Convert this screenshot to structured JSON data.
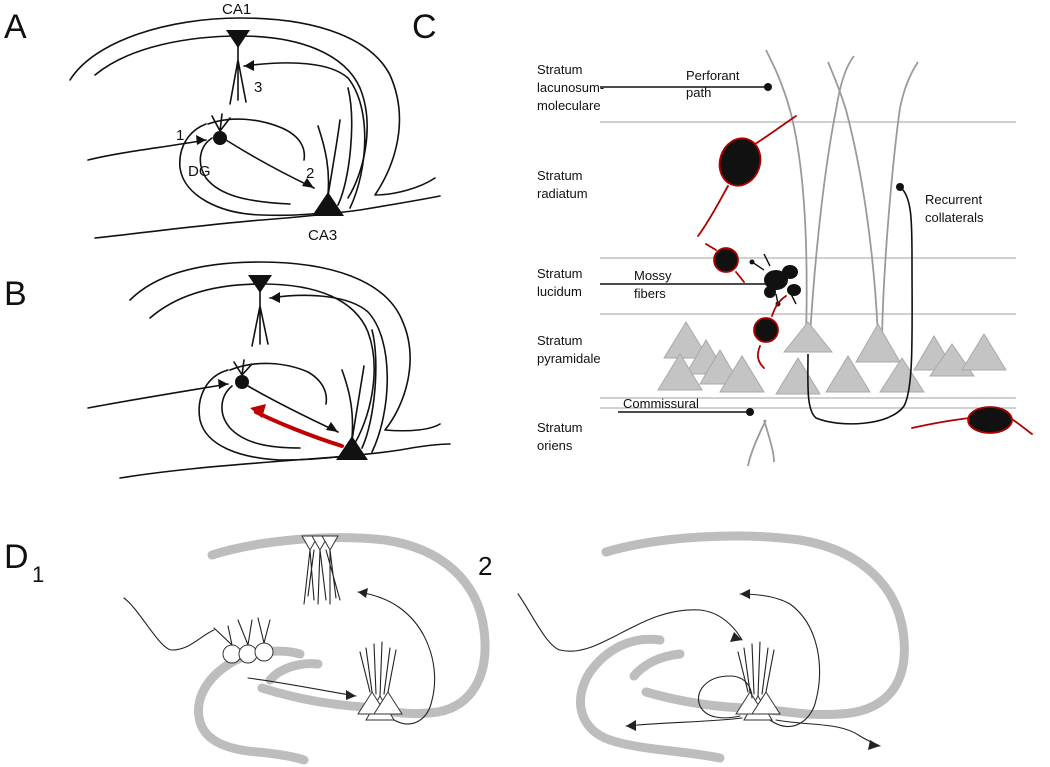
{
  "panels": {
    "a": "A",
    "b": "B",
    "c": "C",
    "d": "D",
    "d_sub1": "1",
    "d_sub2": "2"
  },
  "panel_a": {
    "ca1": "CA1",
    "ca3": "CA3",
    "dg": "DG",
    "step1": "1",
    "step2": "2",
    "step3": "3"
  },
  "panel_c": {
    "layers": [
      [
        "Stratum",
        "lacunosum-",
        "moleculare"
      ],
      [
        "Stratum",
        "radiatum"
      ],
      [
        "Stratum",
        "lucidum"
      ],
      [
        "Stratum",
        "pyramidale"
      ],
      [
        "Stratum",
        "oriens"
      ]
    ],
    "perforant": [
      "Perforant",
      "path"
    ],
    "recurrent": [
      "Recurrent",
      "collaterals"
    ],
    "mossy": [
      "Mossy",
      "fibers"
    ],
    "commissural": "Commissural"
  },
  "colors": {
    "ink": "#111111",
    "grey_band": "#bdbdbd",
    "pyramid_fill": "#c4c4c4",
    "interneuron_red": "#b00000"
  }
}
